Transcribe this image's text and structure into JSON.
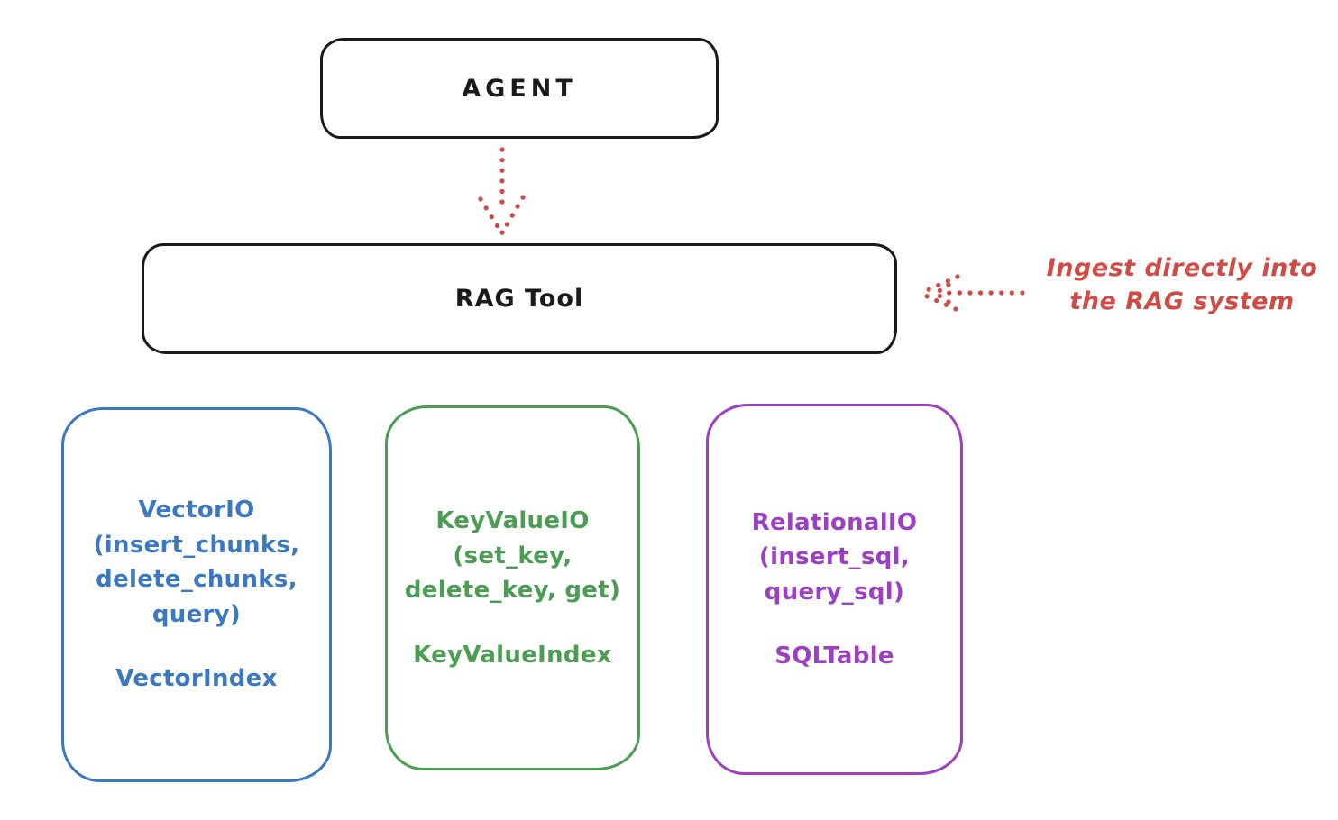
{
  "diagram": {
    "agent": {
      "label": "AGENT"
    },
    "rag_tool": {
      "label": "RAG Tool"
    },
    "annotation": {
      "line1": "Ingest directly into",
      "line2": "the RAG system"
    },
    "storage_boxes": [
      {
        "name": "vector-io",
        "title": "VectorIO",
        "param_lines": [
          "(insert_chunks,",
          "delete_chunks,",
          "query)"
        ],
        "index_label": "VectorIndex",
        "color": "#3b78c2"
      },
      {
        "name": "key-value-io",
        "title": "KeyValueIO",
        "param_lines": [
          "(set_key,",
          "delete_key, get)"
        ],
        "index_label": "KeyValueIndex",
        "color": "#4a9d52"
      },
      {
        "name": "relational-io",
        "title": "RelationalIO",
        "param_lines": [
          "(insert_sql,",
          "query_sql)"
        ],
        "index_label": "SQLTable",
        "color": "#9c3fc4"
      }
    ],
    "colors": {
      "ink": "#1a1a1a",
      "accent_red": "#cf4b44",
      "blue": "#3b78c2",
      "green": "#4a9d52",
      "purple": "#9c3fc4",
      "background": "#ffffff"
    }
  }
}
